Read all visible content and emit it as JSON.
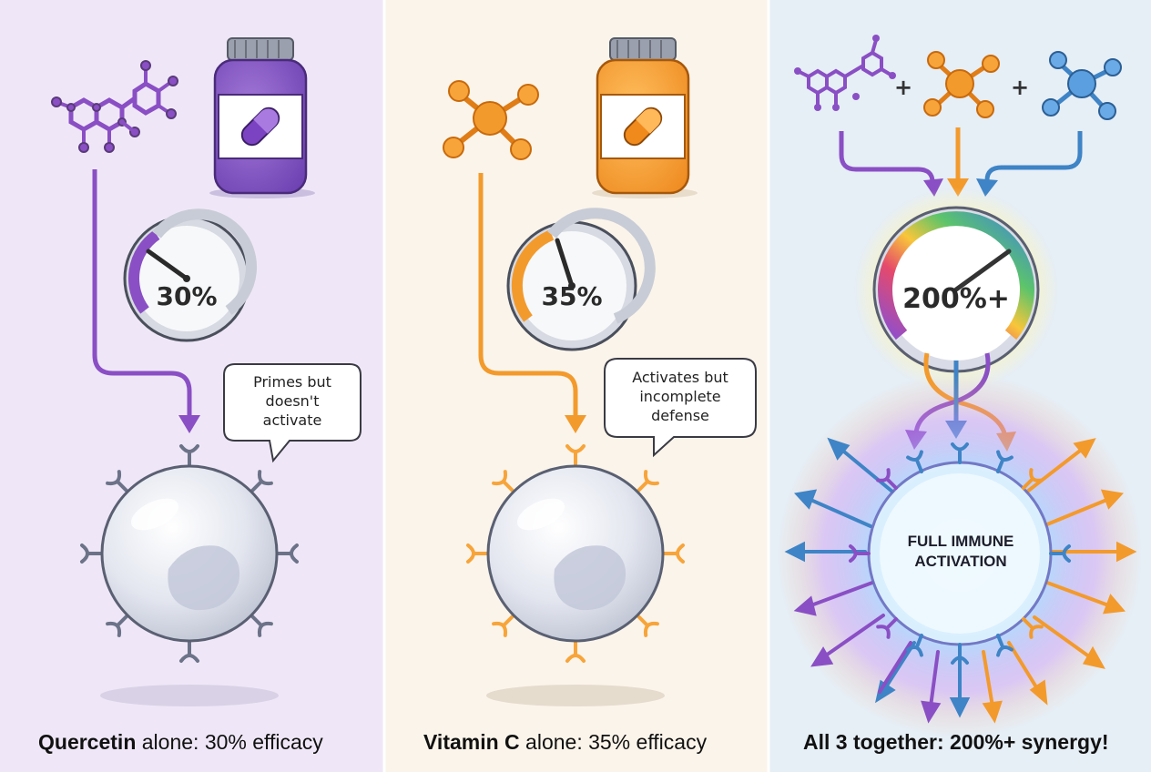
{
  "panels": [
    {
      "name": "quercetin",
      "gauge_value": 30,
      "gauge_label": "30%",
      "bubble": [
        "Primes but",
        "doesn't",
        "activate"
      ],
      "caption_bold": "Quercetin",
      "caption_rest": " alone: 30% efficacy",
      "accent": "#8a4fc4",
      "bg": "#efe7f7"
    },
    {
      "name": "vitamin-c",
      "gauge_value": 35,
      "gauge_label": "35%",
      "bubble": [
        "Activates but",
        "incomplete",
        "defense"
      ],
      "caption_bold": "Vitamin C",
      "caption_rest": " alone: 35% efficacy",
      "accent": "#f39a2c",
      "bg": "#fbf4ea"
    },
    {
      "name": "combined",
      "gauge_label": "200%+",
      "center_label": [
        "FULL IMMUNE",
        "ACTIVATION"
      ],
      "caption": "All 3 together: 200%+ synergy!",
      "accent": "#3e84c6",
      "bg": "#e6eef6"
    }
  ],
  "plus_sign": "+",
  "icons": [
    "quercetin-molecule-icon",
    "vitamin-c-molecule-icon",
    "zinc-molecule-icon",
    "supplement-bottle-icon",
    "capsule-icon",
    "gauge-icon",
    "immune-cell-icon",
    "receptor-icon",
    "speech-bubble-icon"
  ]
}
